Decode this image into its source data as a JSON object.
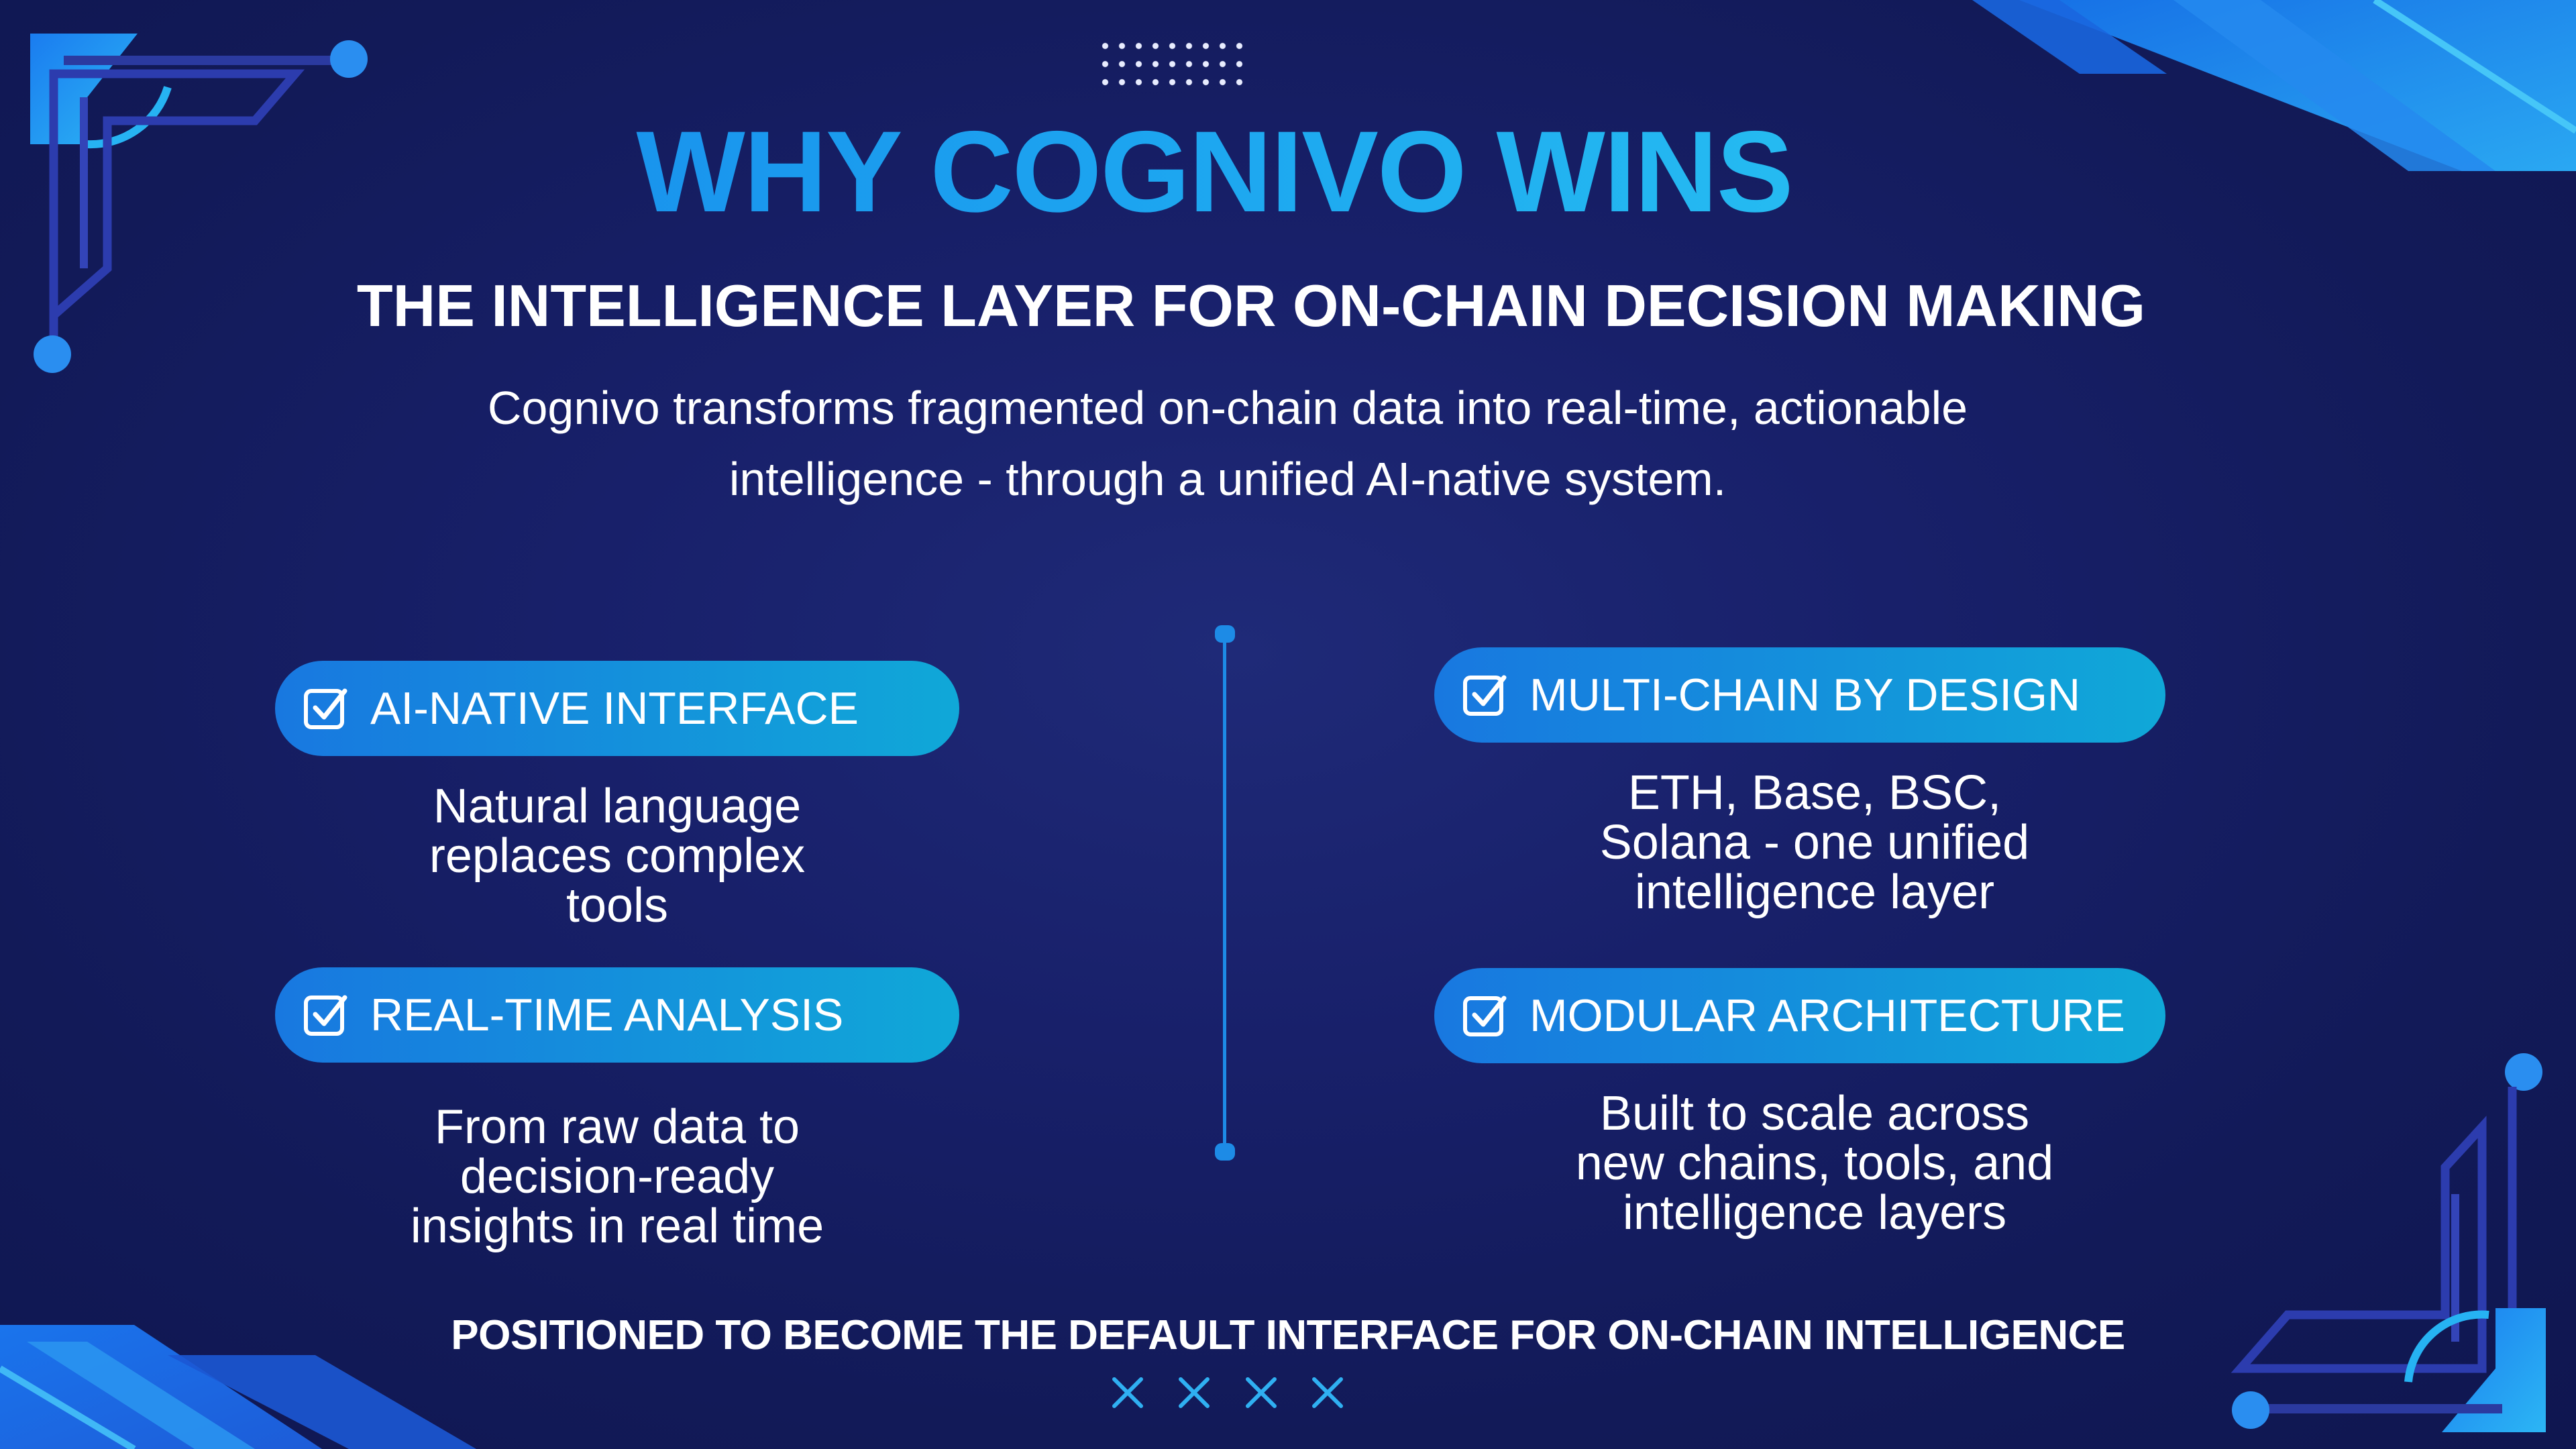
{
  "title": "WHY COGNIVO WINS",
  "subtitle": "THE INTELLIGENCE LAYER FOR ON-CHAIN DECISION MAKING",
  "description": {
    "line1": "Cognivo transforms fragmented on-chain data into real-time, actionable",
    "line2": "intelligence - through a unified AI-native system."
  },
  "features_left": [
    {
      "label": "AI-NATIVE INTERFACE",
      "desc_lines": [
        "Natural language",
        "replaces complex",
        "tools"
      ]
    },
    {
      "label": "REAL-TIME ANALYSIS",
      "desc_lines": [
        "From raw data to",
        "decision-ready",
        "insights in real time"
      ]
    }
  ],
  "features_right": [
    {
      "label": "MULTI-CHAIN BY DESIGN",
      "desc_lines": [
        "ETH, Base, BSC,",
        "Solana - one unified",
        "intelligence layer"
      ]
    },
    {
      "label": "MODULAR ARCHITECTURE",
      "desc_lines": [
        "Built to scale across",
        "new chains, tools, and",
        "intelligence layers"
      ]
    }
  ],
  "footer": "POSITIONED TO BECOME THE DEFAULT INTERFACE FOR ON-CHAIN INTELLIGENCE",
  "icons": {
    "feature_check": "checkbox-check-icon",
    "footer_mark": "cross-icon"
  },
  "colors": {
    "background": "#131b5c",
    "title_gradient_start": "#1580ea",
    "title_gradient_end": "#2ed0f2",
    "pill_gradient_start": "#1878e0",
    "pill_gradient_end": "#10a8d8",
    "accent": "#1d8be6",
    "text": "#ffffff"
  }
}
